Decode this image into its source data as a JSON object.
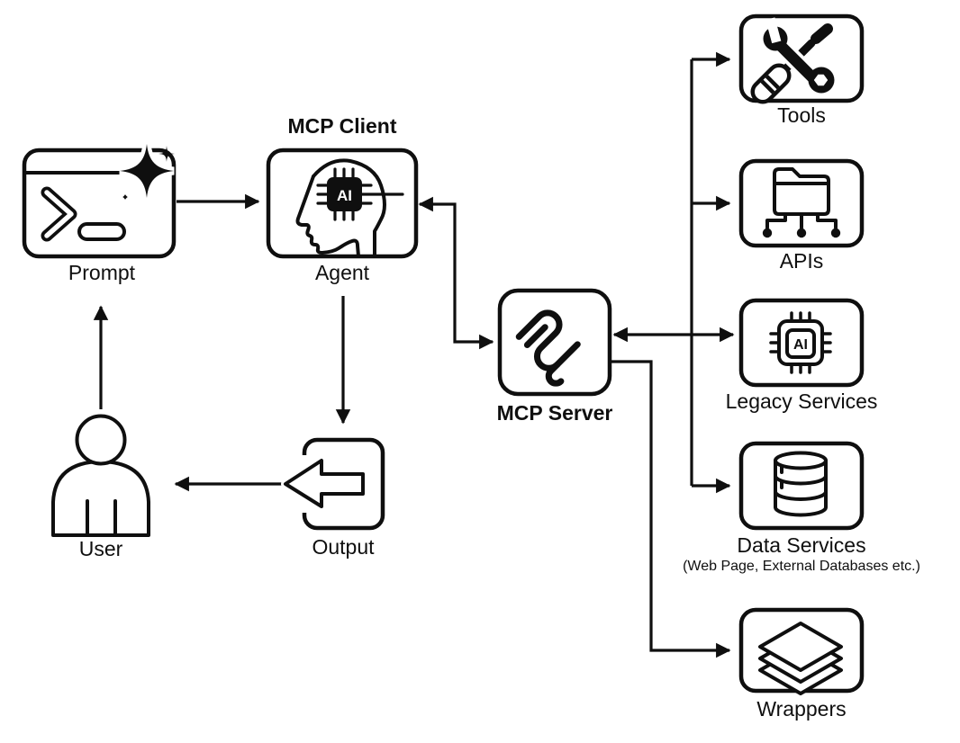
{
  "nodes": {
    "prompt": {
      "label": "Prompt",
      "icon": "terminal-sparkle-icon"
    },
    "mcp_client": {
      "title": "MCP Client",
      "label": "Agent",
      "chip_text": "AI",
      "icon": "ai-head-icon"
    },
    "mcp_server": {
      "label": "MCP Server",
      "icon": "mcp-logo-icon"
    },
    "user": {
      "label": "User",
      "icon": "person-icon"
    },
    "output": {
      "label": "Output",
      "icon": "export-arrow-icon"
    },
    "tools": {
      "label": "Tools",
      "icon": "wrench-screwdriver-icon"
    },
    "apis": {
      "label": "APIs",
      "icon": "folder-network-icon"
    },
    "legacy_services": {
      "label": "Legacy Services",
      "chip_text": "AI",
      "icon": "ai-chip-icon"
    },
    "data_services": {
      "label": "Data Services",
      "sublabel": "(Web Page, External Databases etc.)",
      "icon": "database-icon"
    },
    "wrappers": {
      "label": "Wrappers",
      "icon": "layers-icon"
    }
  },
  "colors": {
    "stroke": "#0f0f0f",
    "background": "#ffffff"
  }
}
